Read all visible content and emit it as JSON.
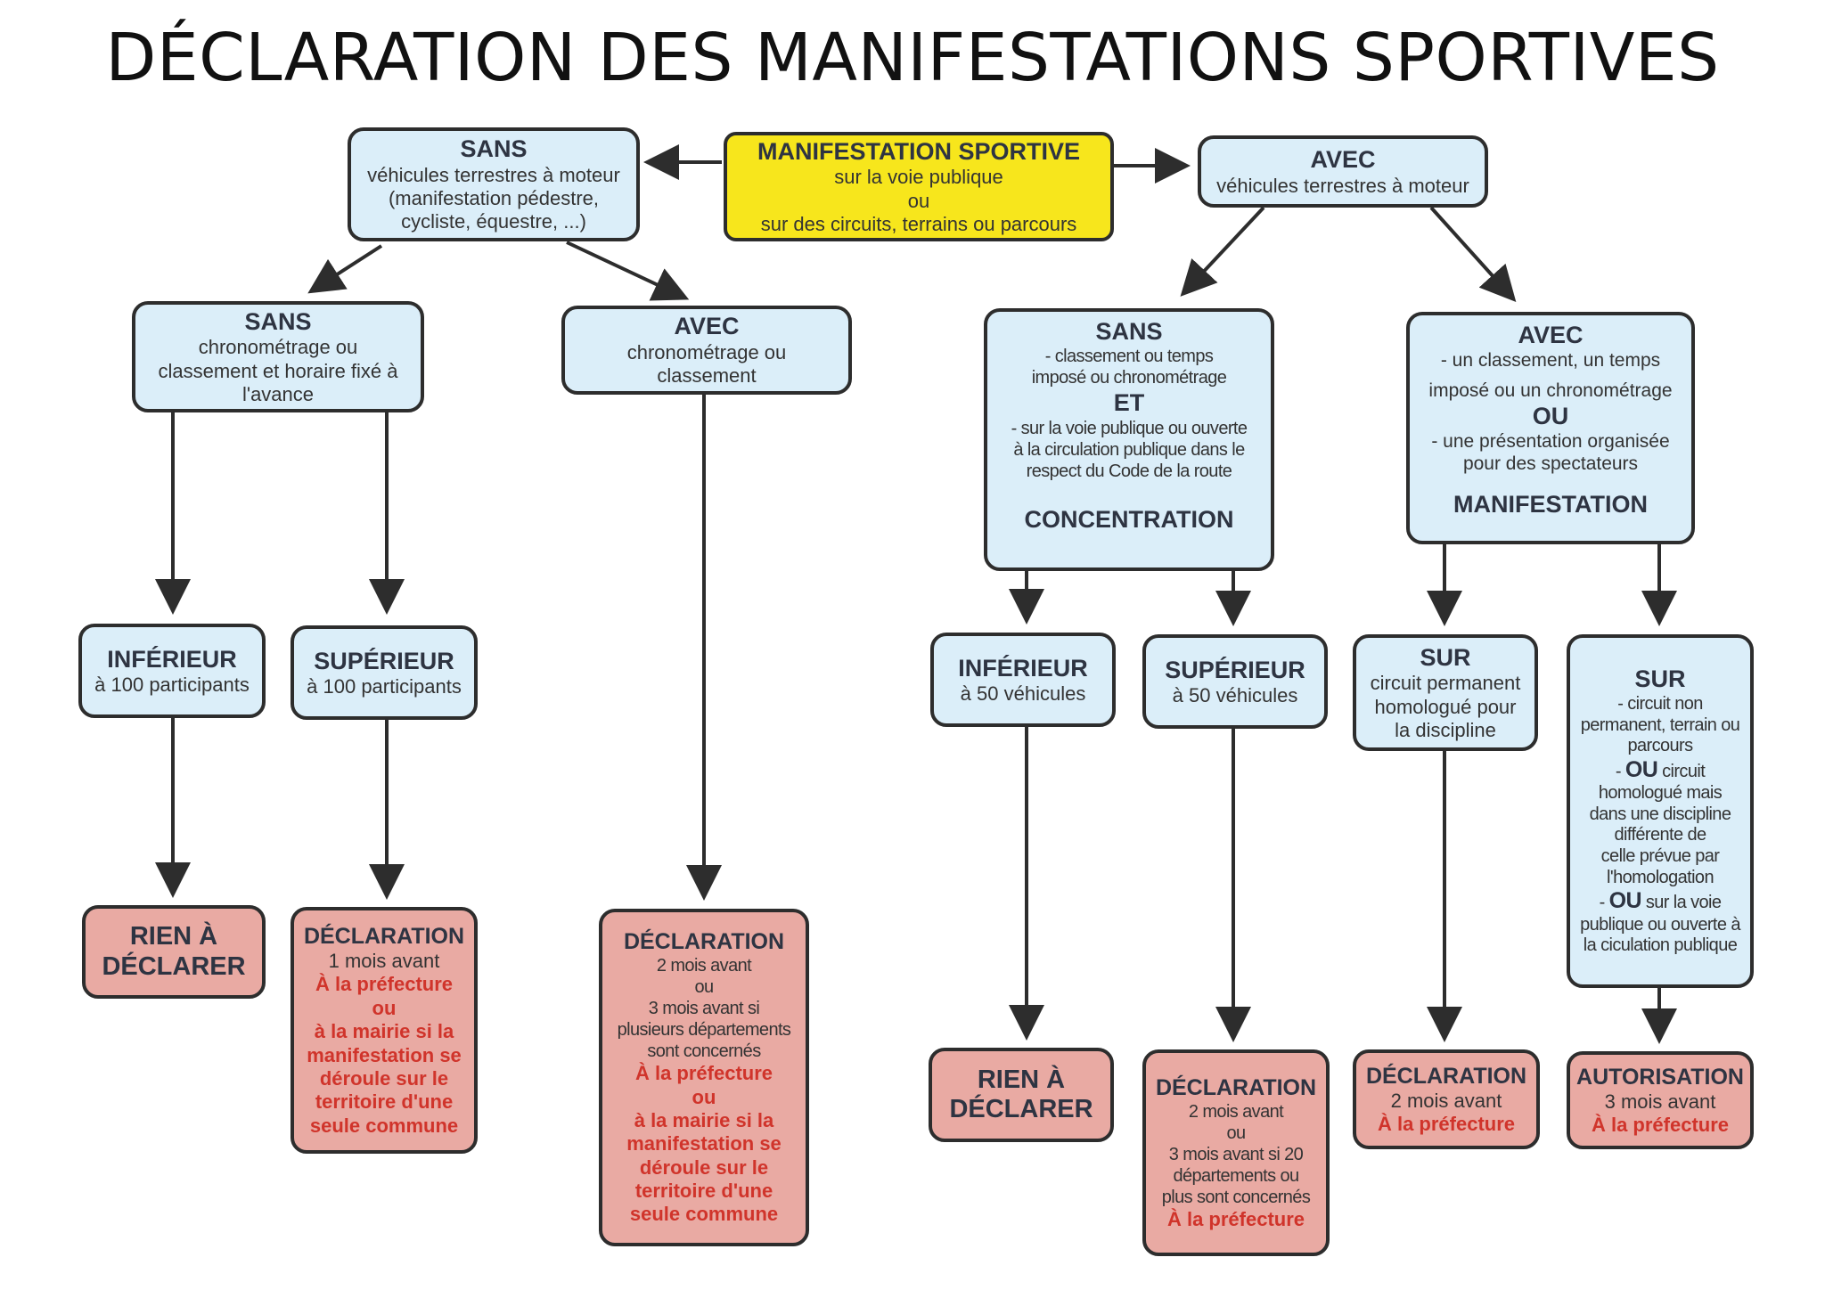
{
  "title": "DÉCLARATION DES MANIFESTATIONS SPORTIVES",
  "center": {
    "head": "MANIFESTATION SPORTIVE",
    "line1": "sur la voie publique",
    "line2": "ou",
    "line3": "sur des circuits, terrains ou parcours"
  },
  "left": {
    "head": "SANS",
    "line1": "véhicules terrestres à moteur",
    "line2": "(manifestation pédestre,",
    "line3": "cycliste, équestre, ...)",
    "sans_chrono": {
      "head": "SANS",
      "line1": "chronométrage ou",
      "line2": "classement et horaire fixé à",
      "line3": "l'avance",
      "inf": {
        "head": "INFÉRIEUR",
        "line1": "à 100 participants"
      },
      "sup": {
        "head": "SUPÉRIEUR",
        "line1": "à 100 participants"
      },
      "result_inf": {
        "line1": "RIEN À",
        "line2": "DÉCLARER"
      },
      "result_sup": {
        "head": "DÉCLARATION",
        "line1": "1 mois avant",
        "red1": "À la préfecture",
        "red2": "ou",
        "red3": "à la mairie si la",
        "red4": "manifestation se",
        "red5": "déroule sur le",
        "red6": "territoire d'une",
        "red7": "seule commune"
      }
    },
    "avec_chrono": {
      "head": "AVEC",
      "line1": "chronométrage ou",
      "line2": "classement",
      "result": {
        "head": "DÉCLARATION",
        "line1": "2 mois avant",
        "line2": "ou",
        "line3": "3 mois avant si",
        "line4": "plusieurs départements",
        "line5": "sont concernés",
        "red1": "À la préfecture",
        "red2": "ou",
        "red3": "à la mairie si la",
        "red4": "manifestation se",
        "red5": "déroule sur le",
        "red6": "territoire d'une",
        "red7": "seule commune"
      }
    }
  },
  "right": {
    "head": "AVEC",
    "line1": "véhicules terrestres à moteur",
    "concentration": {
      "head": "SANS",
      "line1": "- classement ou temps",
      "line2": "imposé ou chronométrage",
      "et": "ET",
      "line3": "- sur la voie publique ou ouverte",
      "line4": "à la circulation publique dans le",
      "line5": "respect du Code de la route",
      "foot": "CONCENTRATION",
      "inf": {
        "head": "INFÉRIEUR",
        "line1": "à 50 véhicules"
      },
      "sup": {
        "head": "SUPÉRIEUR",
        "line1": "à 50 véhicules"
      },
      "result_inf": {
        "line1": "RIEN À",
        "line2": "DÉCLARER"
      },
      "result_sup": {
        "head": "DÉCLARATION",
        "line1": "2 mois avant",
        "line2": "ou",
        "line3": "3 mois avant si 20",
        "line4": "départements ou",
        "line5": "plus sont concernés",
        "red1": "À la préfecture"
      }
    },
    "manifestation": {
      "head": "AVEC",
      "line1": "- un classement, un temps",
      "line2": "imposé ou un chronométrage",
      "ou": "OU",
      "line3": "- une présentation organisée",
      "line4": "pour des spectateurs",
      "foot": "MANIFESTATION",
      "sur1": {
        "head": "SUR",
        "line1": "circuit permanent",
        "line2": "homologué pour",
        "line3": "la discipline"
      },
      "sur2": {
        "head": "SUR",
        "line1": "- circuit non",
        "line2": "permanent, terrain ou",
        "line3": "parcours",
        "ou1_dash": "- ",
        "ou1": "OU",
        "ou1_rest": " circuit",
        "line4": "homologué mais",
        "line5": "dans une discipline",
        "line6": "différente de",
        "line7": "celle prévue par",
        "line8": "l'homologation",
        "ou2_dash": "- ",
        "ou2": "OU",
        "ou2_rest": " sur la voie",
        "line9": "publique ou ouverte à",
        "line10": "la ciculation publique"
      },
      "result_sur1": {
        "head": "DÉCLARATION",
        "line1": "2 mois avant",
        "red1": "À la préfecture"
      },
      "result_sur2": {
        "head": "AUTORISATION",
        "line1": "3 mois avant",
        "red1": "À la préfecture"
      }
    }
  }
}
